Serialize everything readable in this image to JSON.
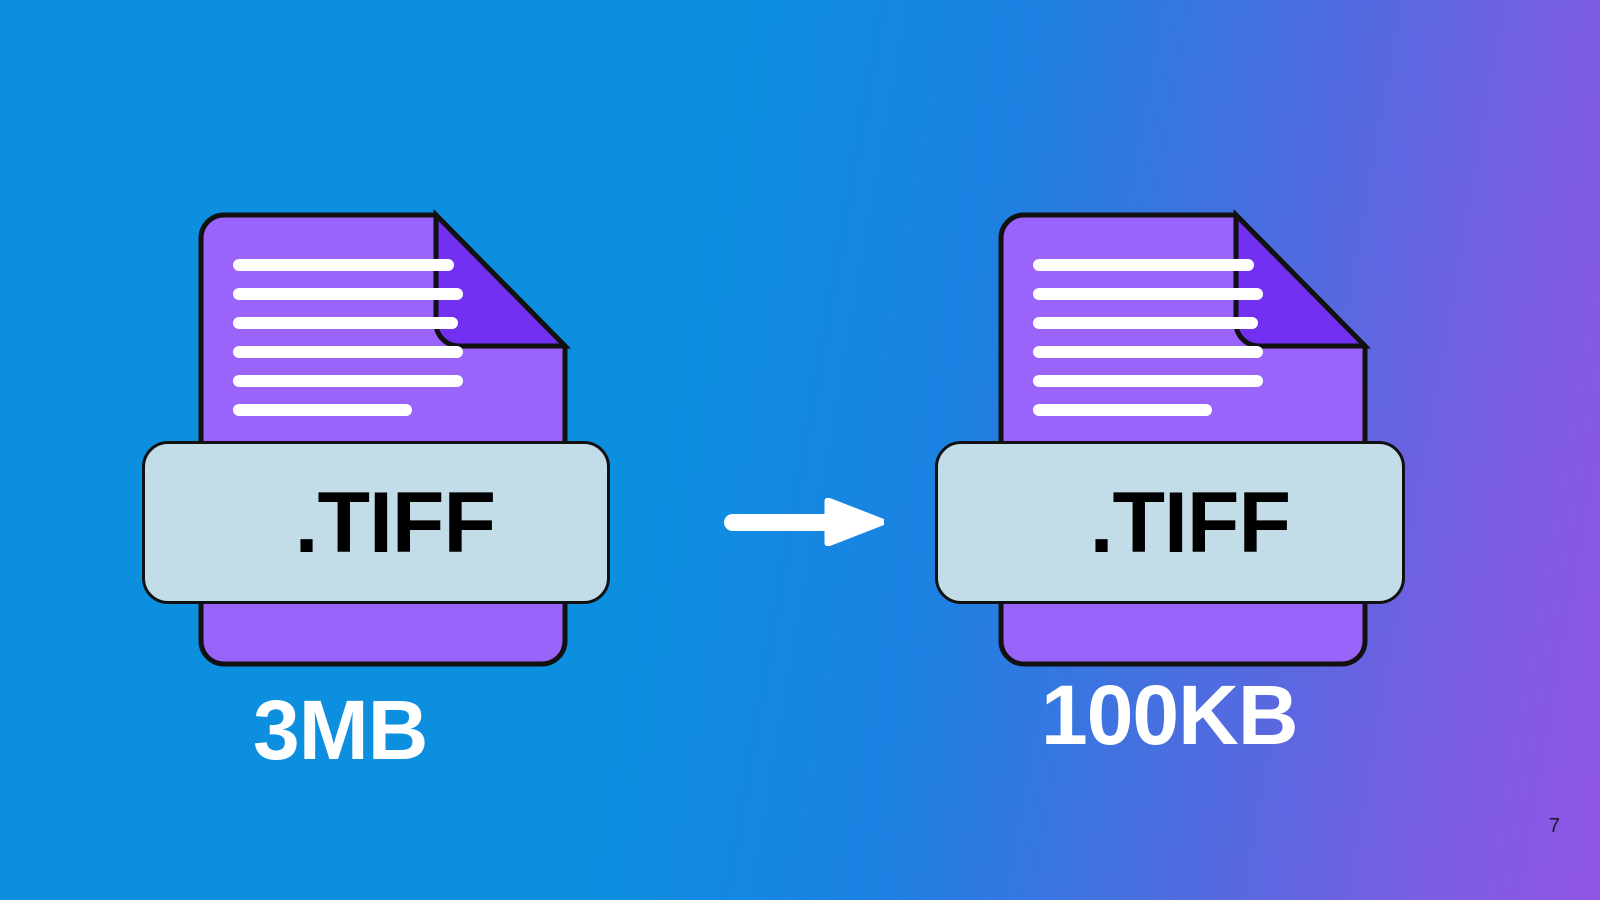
{
  "slide": {
    "page_number": "7",
    "background": {
      "type": "linear-gradient",
      "from": "#0d8fe0",
      "mid": "#4f6ce0",
      "to": "#9054e4",
      "angle_deg": 100
    }
  },
  "colors": {
    "file_body": "#9a63fa",
    "file_fold": "#7230f0",
    "file_outline": "#111111",
    "plate_fill": "#c2dde7",
    "plate_outline": "#111111",
    "doc_line": "#ffffff",
    "caption_text": "#ffffff",
    "ext_text": "#000000",
    "arrow": "#ffffff",
    "page_number_text": "#1b1b2b"
  },
  "comparison": {
    "arrow_icon": "arrow-right-icon",
    "before": {
      "file_icon_name": "tiff-file-icon",
      "extension_label": ".TIFF",
      "size_label": "3MB",
      "doc_line_widths": [
        "96%",
        "100%",
        "98%",
        "100%",
        "100%",
        "78%"
      ]
    },
    "after": {
      "file_icon_name": "tiff-file-icon",
      "extension_label": ".TIFF",
      "size_label": "100KB",
      "doc_line_widths": [
        "96%",
        "100%",
        "98%",
        "100%",
        "100%",
        "78%"
      ]
    }
  }
}
